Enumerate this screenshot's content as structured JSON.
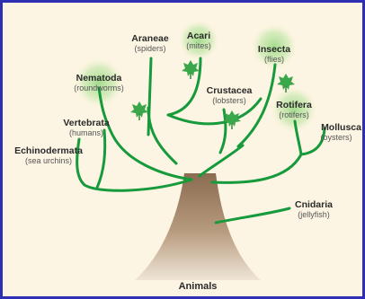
{
  "root_label": "Animals",
  "taxa": [
    {
      "id": "araneae",
      "name": "Araneae",
      "common": "(spiders)",
      "highlight": false
    },
    {
      "id": "acari",
      "name": "Acari",
      "common": "(mites)",
      "highlight": true
    },
    {
      "id": "insecta",
      "name": "Insecta",
      "common": "(flies)",
      "highlight": true
    },
    {
      "id": "nematoda",
      "name": "Nematoda",
      "common": "(roundworms)",
      "highlight": true
    },
    {
      "id": "crustacea",
      "name": "Crustacea",
      "common": "(lobsters)",
      "highlight": false
    },
    {
      "id": "rotifera",
      "name": "Rotifera",
      "common": "(rotifers)",
      "highlight": true
    },
    {
      "id": "vertebrata",
      "name": "Vertebrata",
      "common": "(humans)",
      "highlight": false
    },
    {
      "id": "mollusca",
      "name": "Mollusca",
      "common": "(oysters)",
      "highlight": false
    },
    {
      "id": "echinodermata",
      "name": "Echinodermata",
      "common": "(sea urchins)",
      "highlight": false
    },
    {
      "id": "cnidaria",
      "name": "Cnidaria",
      "common": "(jellyfish)",
      "highlight": false
    }
  ],
  "colors": {
    "border": "#2f2fb3",
    "background": "#fdf5e3",
    "branch": "#169a3c",
    "leaf": "#3aa84a",
    "highlight_glow": "#9ed98a",
    "trunk_dark": "#8a6c50",
    "trunk_light": "#e6d8c5"
  },
  "icons": [
    "leaf-icon"
  ]
}
